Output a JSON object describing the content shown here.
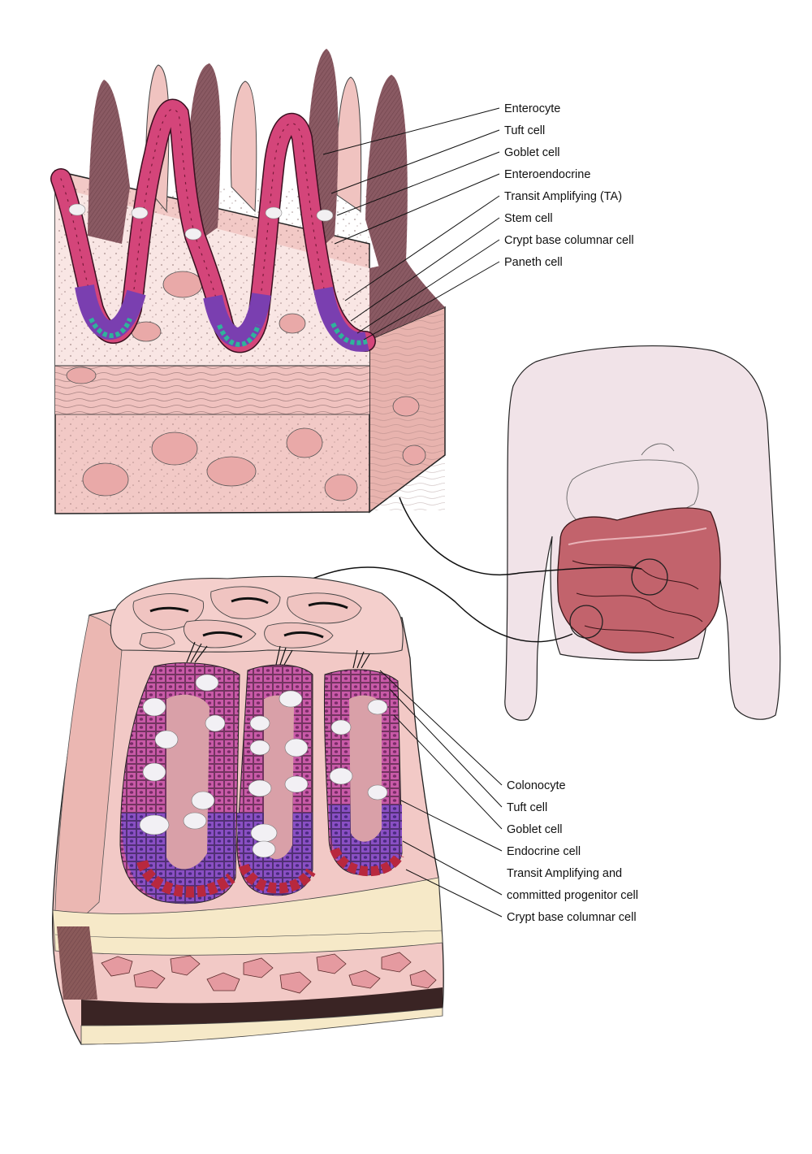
{
  "small_intestine": {
    "labels": [
      "Enterocyte",
      "Tuft cell",
      "Goblet cell",
      "Enteroendocrine",
      "Transit Amplifying (TA)",
      "Stem cell",
      "Crypt base columnar cell",
      "Paneth cell"
    ]
  },
  "colon": {
    "labels": [
      "Colonocyte",
      "Tuft cell",
      "Goblet cell",
      "Endocrine cell",
      "Transit Amplifying and",
      "committed progenitor cell",
      "Crypt base columnar cell"
    ]
  },
  "colors": {
    "tissue_pink": "#f2c9c6",
    "lamina_light": "#f9e6e4",
    "villus_dark": "#8a5a63",
    "epithelium_magenta": "#d4457a",
    "stem_purple": "#7a3fb0",
    "paneth_teal": "#2fb39b",
    "colon_magenta": "#c95aa8",
    "crypt_red": "#b8283e",
    "submucosa_cream": "#f6e9c8",
    "body_skin": "#f1e3e8",
    "intestine_red": "#b3505a",
    "label_text": "#111111"
  },
  "icons": [
    "small-intestine-villi-block",
    "colon-crypt-block",
    "human-torso-with-intestines"
  ]
}
